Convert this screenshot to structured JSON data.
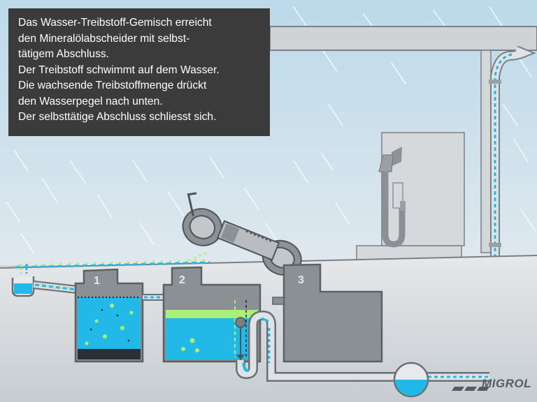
{
  "caption": {
    "lines": [
      "Das Wasser-Treibstoff-Gemisch erreicht",
      "den Mineralölabscheider mit selbst-",
      "tätigem Abschluss.",
      "Der Treibstoff schwimmt auf dem Wasser.",
      "Die wachsende Treibstoffmenge drückt",
      "den Wasserpegel nach unten.",
      "Der selbsttätige Abschluss schliesst sich."
    ]
  },
  "chambers": [
    {
      "number": "1"
    },
    {
      "number": "2"
    },
    {
      "number": "3"
    }
  ],
  "brand": {
    "logo_text": "MIGROL"
  },
  "colors": {
    "water": "#22b8e8",
    "fuel": "#a8f07a",
    "structure": "#6a6f73",
    "rain": "#9fd2ec",
    "caption_bg": "#3b3b3b"
  }
}
